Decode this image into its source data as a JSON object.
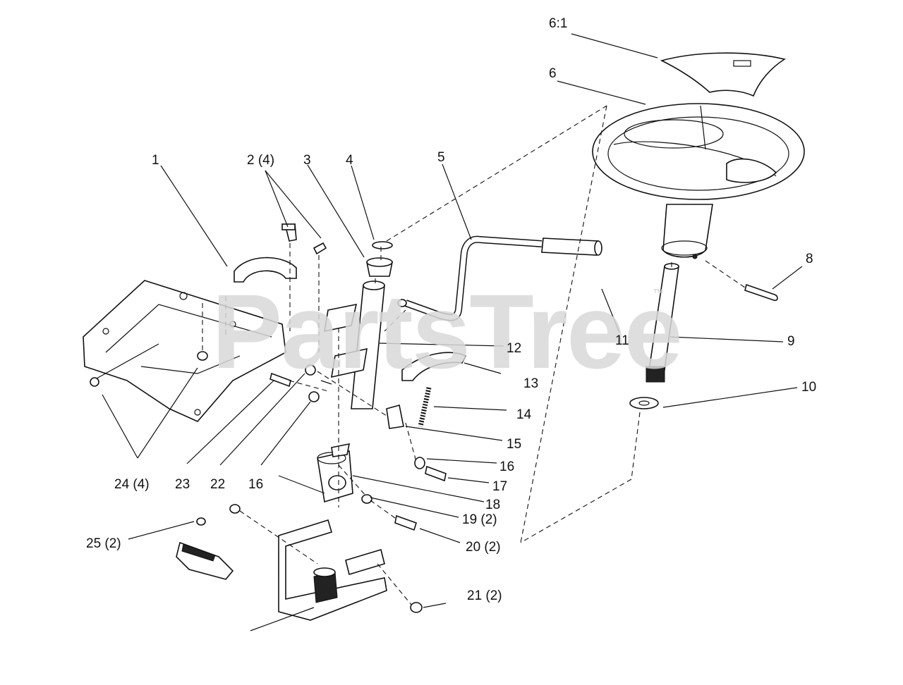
{
  "watermark": {
    "text": "PartsTree",
    "trademark": "™"
  },
  "callouts": [
    {
      "id": "c6-1",
      "text": "6:1"
    },
    {
      "id": "c6",
      "text": "6"
    },
    {
      "id": "c1",
      "text": "1"
    },
    {
      "id": "c2",
      "text": "2 (4)"
    },
    {
      "id": "c3",
      "text": "3"
    },
    {
      "id": "c4",
      "text": "4"
    },
    {
      "id": "c5",
      "text": "5"
    },
    {
      "id": "c8",
      "text": "8"
    },
    {
      "id": "c11",
      "text": "11"
    },
    {
      "id": "c12",
      "text": "12"
    },
    {
      "id": "c9",
      "text": "9"
    },
    {
      "id": "c13",
      "text": "13"
    },
    {
      "id": "c10",
      "text": "10"
    },
    {
      "id": "c14",
      "text": "14"
    },
    {
      "id": "c15",
      "text": "15"
    },
    {
      "id": "c16a",
      "text": "16"
    },
    {
      "id": "c24",
      "text": "24 (4)"
    },
    {
      "id": "c23",
      "text": "23"
    },
    {
      "id": "c22",
      "text": "22"
    },
    {
      "id": "c16b",
      "text": "16"
    },
    {
      "id": "c17",
      "text": "17"
    },
    {
      "id": "c18",
      "text": "18"
    },
    {
      "id": "c19",
      "text": "19 (2)"
    },
    {
      "id": "c25",
      "text": "25 (2)"
    },
    {
      "id": "c20",
      "text": "20 (2)"
    },
    {
      "id": "c21",
      "text": "21 (2)"
    }
  ]
}
